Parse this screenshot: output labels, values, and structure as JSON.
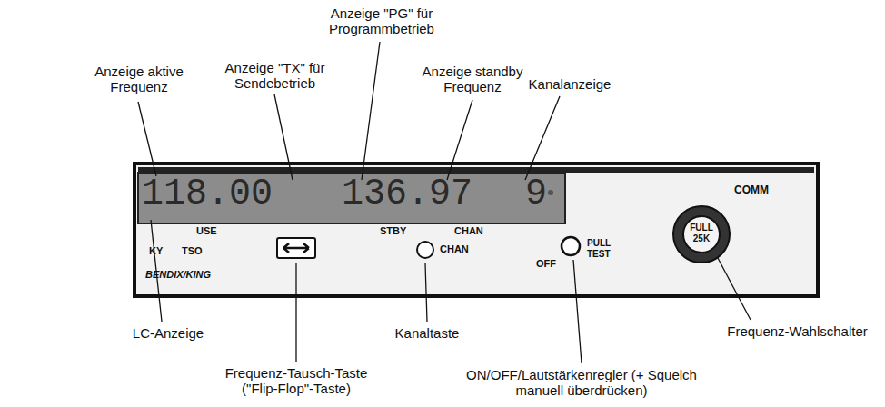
{
  "diagram": {
    "labels": [
      "Anzeige \"PG\" für Programmbetrieb",
      "Anzeige aktive Frequenz",
      "Anzeige \"TX\" für Sendebetrieb",
      "Anzeige standby Frequenz",
      "Kanalanzeige",
      "COMM",
      "118.00",
      "136.97",
      "9",
      "USE",
      "STBY",
      "CHAN",
      "KY",
      "TSO",
      "BENDIX/KING",
      "CHAN",
      "OFF",
      "PULL TEST",
      "FULL 25K",
      "LC-Anzeige",
      "Frequenz-Tausch-Taste (\"Flip-Flop\"-Taste)",
      "Kanaltaste",
      "ON/OFF/Lautstärkenregler (+ Squelch manuell überdrücken)",
      "Frequenz-Wahlschalter"
    ]
  }
}
